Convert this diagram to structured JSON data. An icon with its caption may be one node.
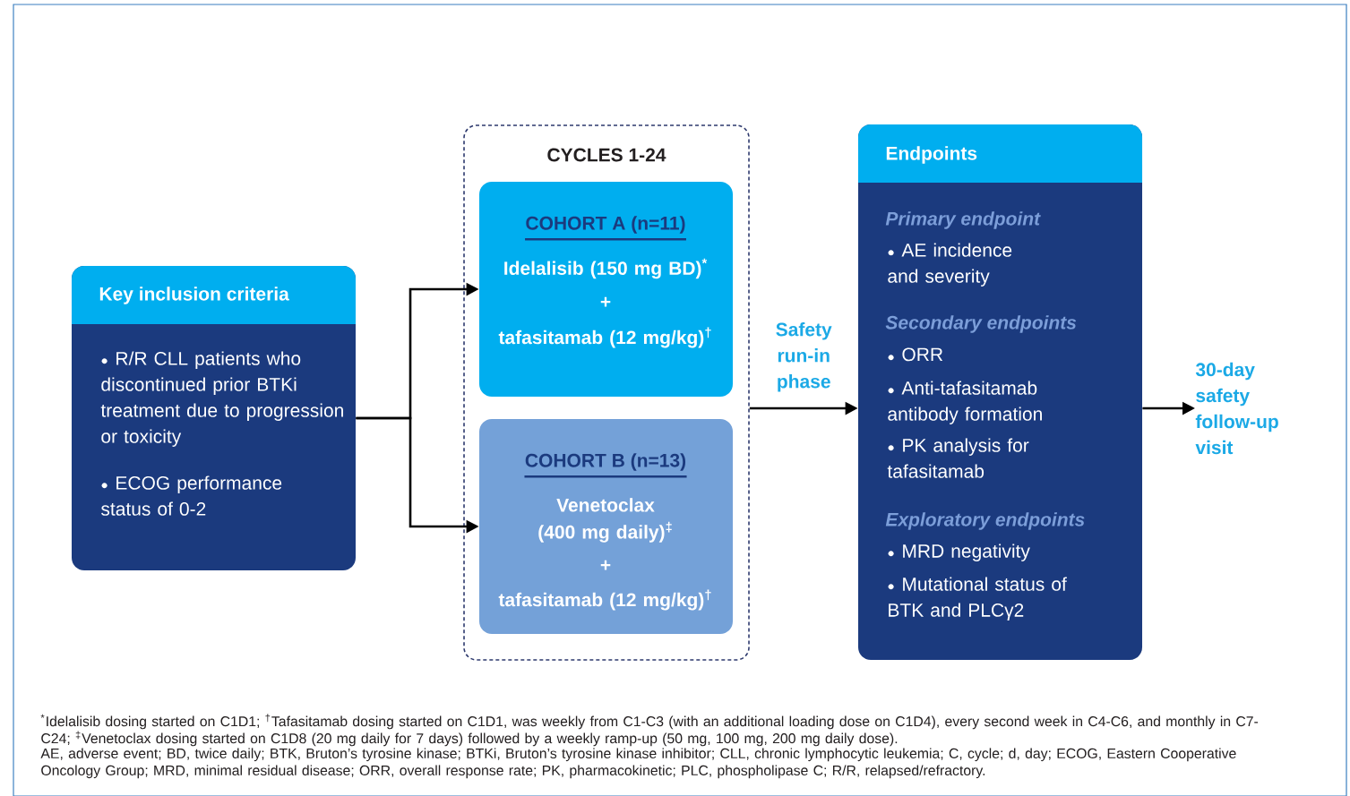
{
  "diagram": {
    "nodes": [
      {
        "text": [
          "Key inclusion criteria",
          "R/R CLL patients who discontinued prior BTKi treatment due to progression or toxicity",
          "ECOG performance status of 0-2"
        ]
      },
      {
        "text": [
          "CYCLES 1-24"
        ]
      },
      {
        "text": [
          "COHORT A (n=11)",
          "Idelalisib (150 mg BD)$^{*}$",
          "+",
          "tafasitamab (12 mg/kg)$^{†}$"
        ],
        "in": 1
      },
      {
        "text": [
          "COHORT B (n=13)",
          "Venetoclax (400 mg daily)$^{‡}$",
          "+",
          "tafasitamab (12 mg/kg)$^{†}$"
        ],
        "in": 1
      },
      {
        "text": [
          "Endpoints",
          "Primary endpoint",
          "AE incidence and severity",
          "Secondary endpoints",
          "ORR",
          "Anti-tafasitamab antibody formation",
          "PK analysis for tafasitamab",
          "Exploratory endpoints",
          "MRD negativity",
          "Mutational status of BTK and PLCγ2"
        ]
      },
      {
        "text": [
          "30-day safety follow-up visit"
        ]
      }
    ],
    "edges": [
      {
        "from": 0,
        "to": 2,
        "arrow": "to"
      },
      {
        "from": 0,
        "to": 3,
        "arrow": "to"
      },
      {
        "from": 1,
        "to": 4,
        "arrow": "to",
        "label": "Safety run-in phase"
      },
      {
        "from": 4,
        "to": 5,
        "arrow": "to"
      }
    ],
    "labels": [
      "$^{*}$Idelalisib dosing started on C1D1; $^{†}$Tafasitamab dosing started on C1D1, was weekly from C1-C3 (with an additional loading dose on C1D4), every second week in C4-C6, and monthly in C7-C24; $^{‡}$Venetoclax dosing started on C1D8 (20 mg daily for 7 days) followed by a weekly ramp-up (50 mg, 100 mg, 200 mg daily dose).",
      "AE, adverse event; BD, twice daily; BTK, Bruton’s tyrosine kinase; BTKi, Bruton’s tyrosine kinase inhibitor; CLL, chronic lymphocytic leukemia; C, cycle; d, day; ECOG, Eastern Cooperative Oncology Group; MRD, minimal residual disease; ORR, overall response rate; PK, pharmacokinetic; PLC, phospholipase C; R/R, relapsed/refractory."
    ]
  }
}
